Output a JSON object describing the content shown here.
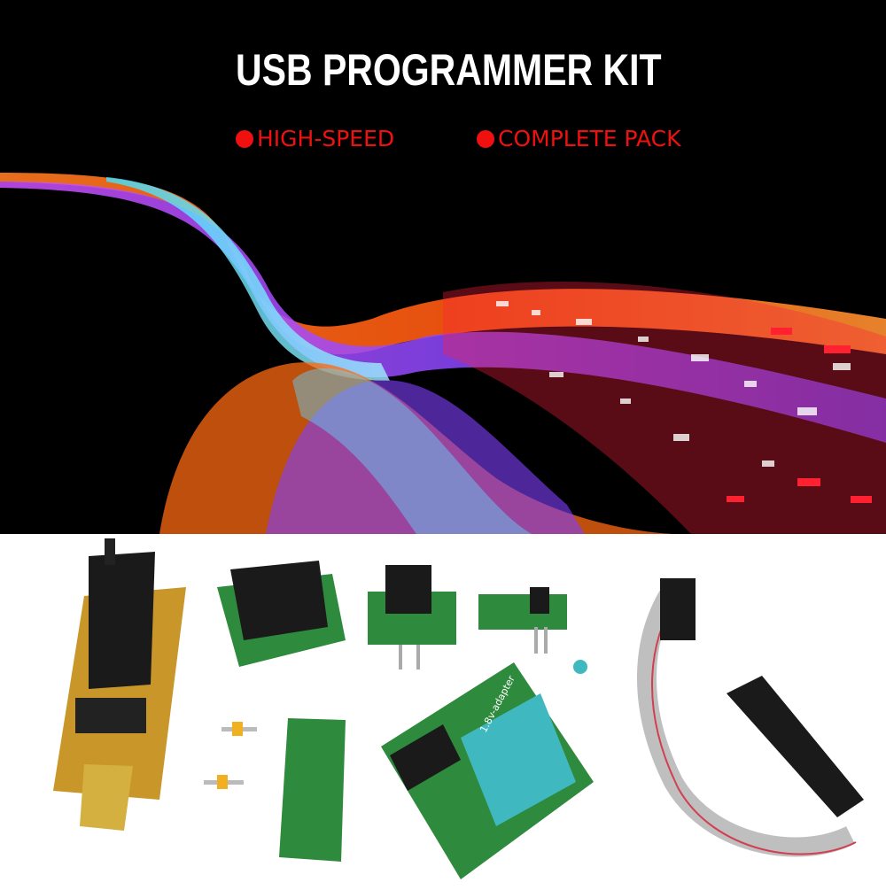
{
  "banner": {
    "title": "USB PROGRAMMER KIT",
    "features": [
      "HIGH-SPEED",
      "COMPLETE PACK"
    ],
    "bullet_color": "#f01010",
    "background": "#000000"
  },
  "product_photo": {
    "items": [
      "usb-programmer-board",
      "soic8-socket-adapter",
      "sop8-adapter-board",
      "dip8-adapter-board",
      "pin-headers",
      "soic-adapter-pcb",
      "1.8v-adapter",
      "soic-clip-cable"
    ]
  }
}
